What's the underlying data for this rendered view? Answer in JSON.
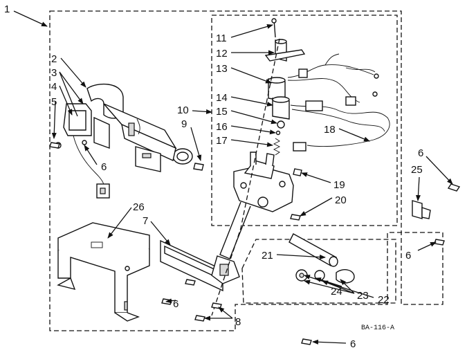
{
  "diagram": {
    "callouts": {
      "c1": "1",
      "c2": "2",
      "c3": "3",
      "c4": "4",
      "c5": "5",
      "c6a": "6",
      "c6b": "6",
      "c6c": "6",
      "c6d": "6",
      "c6e": "6",
      "c7": "7",
      "c8": "8",
      "c9": "9",
      "c10": "10",
      "c11": "11",
      "c12": "12",
      "c13": "13",
      "c14": "14",
      "c15": "15",
      "c16": "16",
      "c17": "17",
      "c18": "18",
      "c19": "19",
      "c20": "20",
      "c21": "21",
      "c22": "22",
      "c23": "23",
      "c24": "24",
      "c25": "25",
      "c26": "26"
    },
    "drawing_code": "BA-116-A"
  }
}
